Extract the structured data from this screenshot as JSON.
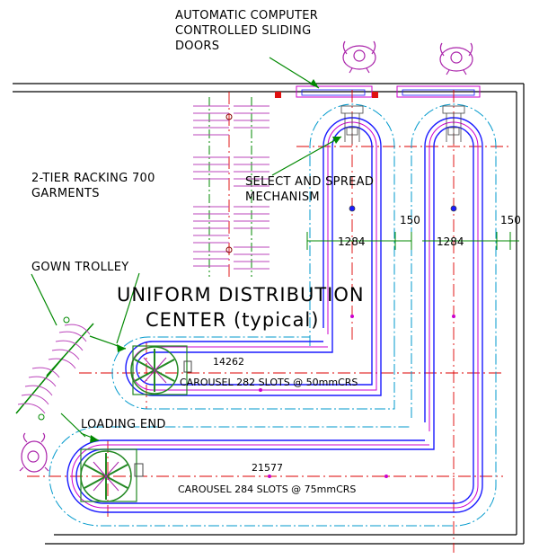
{
  "labels": {
    "doors_line1": "AUTOMATIC COMPUTER",
    "doors_line2": "CONTROLLED SLIDING",
    "doors_line3": "DOORS",
    "racking_line1": "2-TIER RACKING 700",
    "racking_line2": "GARMENTS",
    "select_line1": "SELECT AND SPREAD",
    "select_line2": "MECHANISM",
    "gown_trolley": "GOWN TROLLEY",
    "center_line1": "UNIFORM DISTRIBUTION",
    "center_line2": "CENTER (typical)",
    "loading_end": "LOADING END"
  },
  "carousels": [
    {
      "length": "14262",
      "description": "CAROUSEL 282 SLOTS @ 50mmCRS"
    },
    {
      "length": "21577",
      "description": "CAROUSEL 284 SLOTS @ 75mmCRS"
    }
  ],
  "dimensions": {
    "gap_a": "150",
    "width_a": "1284",
    "width_b": "1284",
    "gap_b": "150"
  },
  "colors": {
    "track": "#1a1aff",
    "track_inner": "#cc00cc",
    "center_line": "#dd0000",
    "clearance": "#0099cc",
    "dimension": "#008800",
    "racking": "#bb44bb",
    "machine": "#228822",
    "wall": "#000000"
  }
}
